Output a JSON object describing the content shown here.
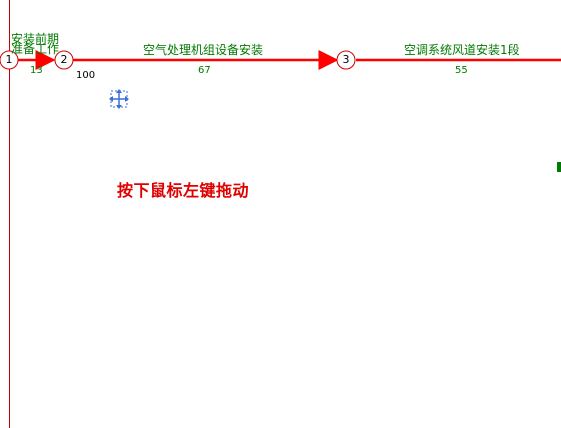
{
  "colors": {
    "arrow": "#ff0000",
    "task_text": "#007a00",
    "instruction": "#e00000",
    "node_border": "#cc0000",
    "cursor": "#3b6fd8"
  },
  "nodes": [
    "1",
    "2",
    "3"
  ],
  "tasks": [
    {
      "name_line1": "安装前期",
      "name_line2": "准备工作",
      "duration": "13"
    },
    {
      "name": "空气处理机组设备安装",
      "duration": "67"
    },
    {
      "name": "空调系统风道安装1段",
      "duration": "55"
    }
  ],
  "float_value": "100",
  "instruction": "按下鼠标左键拖动",
  "cursor_icon": "move-cursor-icon"
}
